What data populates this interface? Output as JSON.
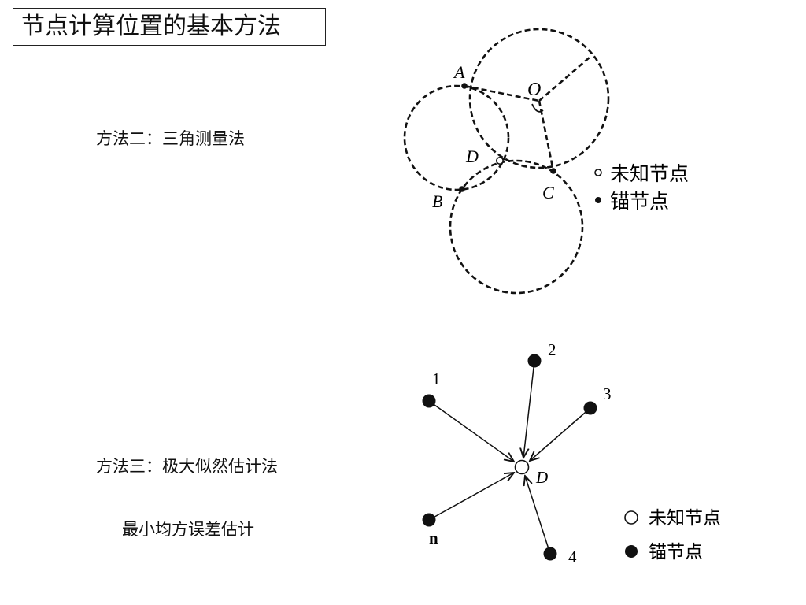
{
  "title": "节点计算位置的基本方法",
  "method2_label": "方法二：三角测量法",
  "method3_label": "方法三：极大似然估计法",
  "method3_sub": "最小均方误差估计",
  "diagram1": {
    "points": {
      "A": "A",
      "O": "O",
      "D": "D",
      "B": "B",
      "C": "C"
    },
    "legend": {
      "unknown": "未知节点",
      "anchor": "锚节点"
    }
  },
  "diagram2": {
    "nodes": [
      "1",
      "2",
      "3",
      "n",
      "4"
    ],
    "target": "D",
    "legend": {
      "unknown": "未知节点",
      "anchor": "锚节点"
    }
  }
}
